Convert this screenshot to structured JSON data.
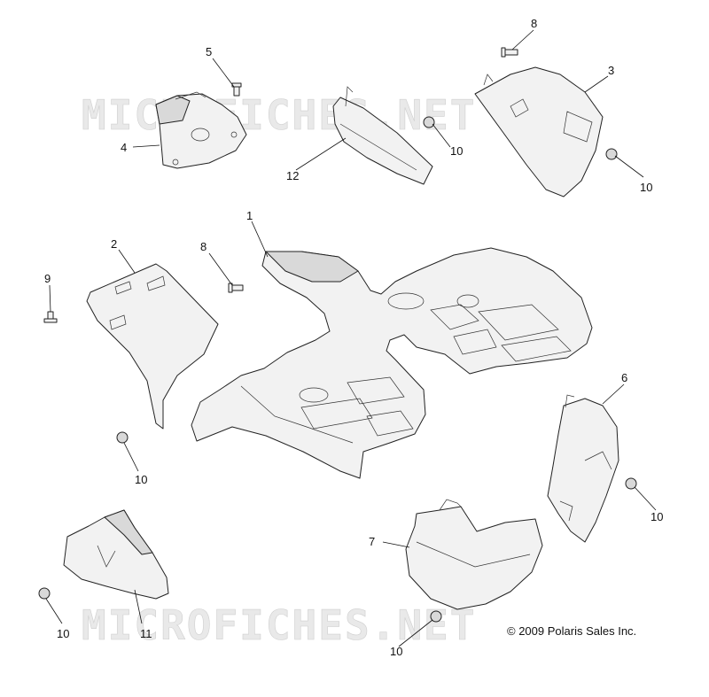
{
  "watermark": "MICROFICHES.NET",
  "copyright": "© 2009 Polaris Sales Inc.",
  "callouts": [
    {
      "id": "c1",
      "label": "1"
    },
    {
      "id": "c2",
      "label": "2"
    },
    {
      "id": "c3",
      "label": "3"
    },
    {
      "id": "c4",
      "label": "4"
    },
    {
      "id": "c5",
      "label": "5"
    },
    {
      "id": "c6",
      "label": "6"
    },
    {
      "id": "c7",
      "label": "7"
    },
    {
      "id": "c8a",
      "label": "8"
    },
    {
      "id": "c8b",
      "label": "8"
    },
    {
      "id": "c9",
      "label": "9"
    },
    {
      "id": "c10a",
      "label": "10"
    },
    {
      "id": "c10b",
      "label": "10"
    },
    {
      "id": "c10c",
      "label": "10"
    },
    {
      "id": "c10d",
      "label": "10"
    },
    {
      "id": "c10e",
      "label": "10"
    },
    {
      "id": "c10f",
      "label": "10"
    },
    {
      "id": "c11",
      "label": "11"
    },
    {
      "id": "c12",
      "label": "12"
    }
  ]
}
